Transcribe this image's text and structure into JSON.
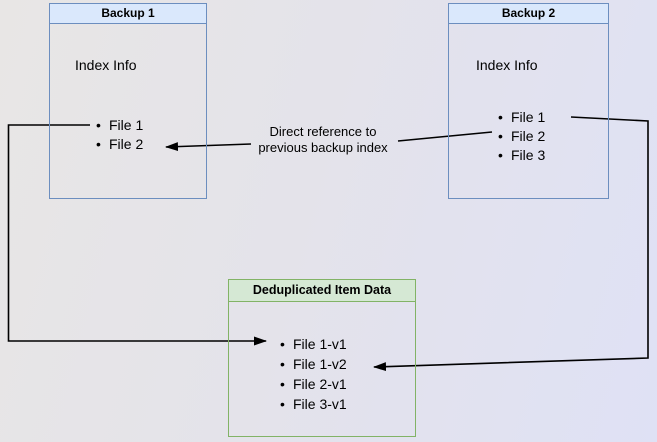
{
  "diagram": {
    "backup1": {
      "title": "Backup 1",
      "subtitle": "Index Info",
      "files": [
        "File 1",
        "File 2"
      ]
    },
    "backup2": {
      "title": "Backup 2",
      "subtitle": "Index Info",
      "files": [
        "File 1",
        "File 2",
        "File 3"
      ]
    },
    "dedup": {
      "title": "Deduplicated Item Data",
      "items": [
        "File 1-v1",
        "File 1-v2",
        "File 2-v1",
        "File 3-v1"
      ]
    },
    "annotations": {
      "direct_reference_line1": "Direct reference to",
      "direct_reference_line2": "previous backup index"
    },
    "colors": {
      "blue_border": "#6c8ebf",
      "blue_header_fill": "#dae8fc",
      "green_border": "#82b366",
      "green_header_fill": "#d5e8d4",
      "arrow": "#000000",
      "background_left": "#e8e6e5",
      "background_right": "#dfe1f5"
    }
  }
}
